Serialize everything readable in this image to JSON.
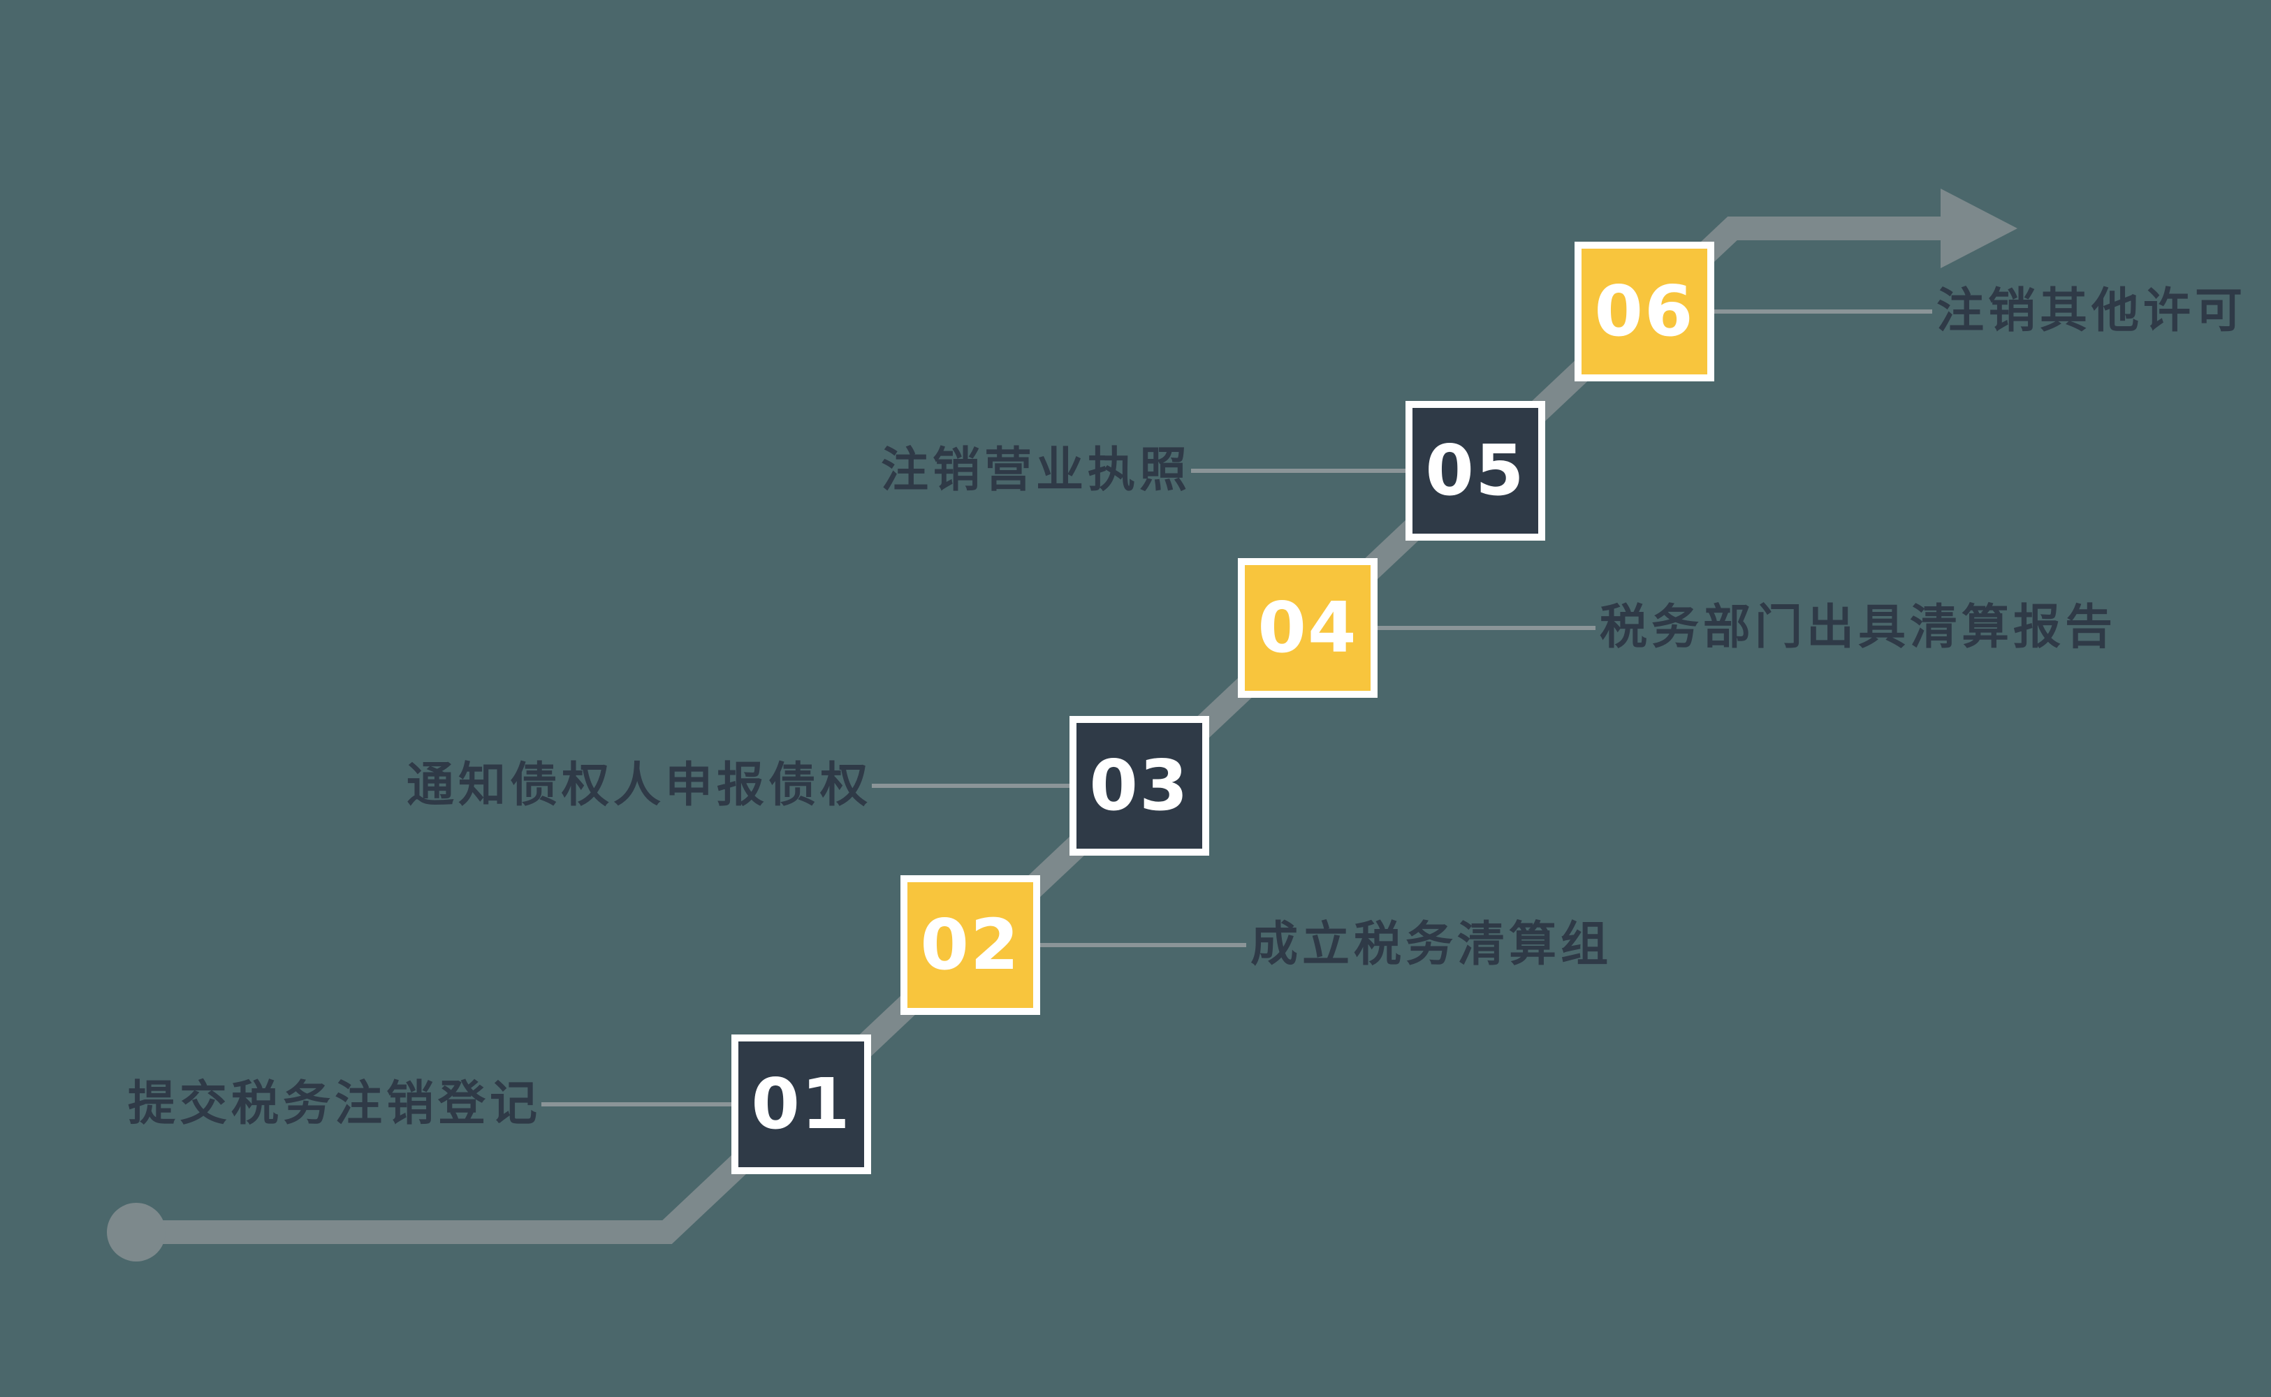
{
  "colors": {
    "bg": "#4b676b",
    "dark": "#2f3a47",
    "yellow": "#f8c53d",
    "line": "#7d898c",
    "connector": "#8b9598",
    "label": "#2f3a47",
    "number": "#ffffff",
    "border": "#ffffff"
  },
  "icons": {
    "start_dot": "filled-circle",
    "arrowhead": "right-pointing-triangle"
  },
  "steps": [
    {
      "number": "01",
      "label": "提交税务注销登记",
      "side": "left",
      "variant": "dark"
    },
    {
      "number": "02",
      "label": "成立税务清算组",
      "side": "right",
      "variant": "yellow"
    },
    {
      "number": "03",
      "label": "通知债权人申报债权",
      "side": "left",
      "variant": "dark"
    },
    {
      "number": "04",
      "label": "税务部门出具清算报告",
      "side": "right",
      "variant": "yellow"
    },
    {
      "number": "05",
      "label": "注销营业执照",
      "side": "left",
      "variant": "dark"
    },
    {
      "number": "06",
      "label": "注销其他许可",
      "side": "right",
      "variant": "yellow"
    }
  ]
}
